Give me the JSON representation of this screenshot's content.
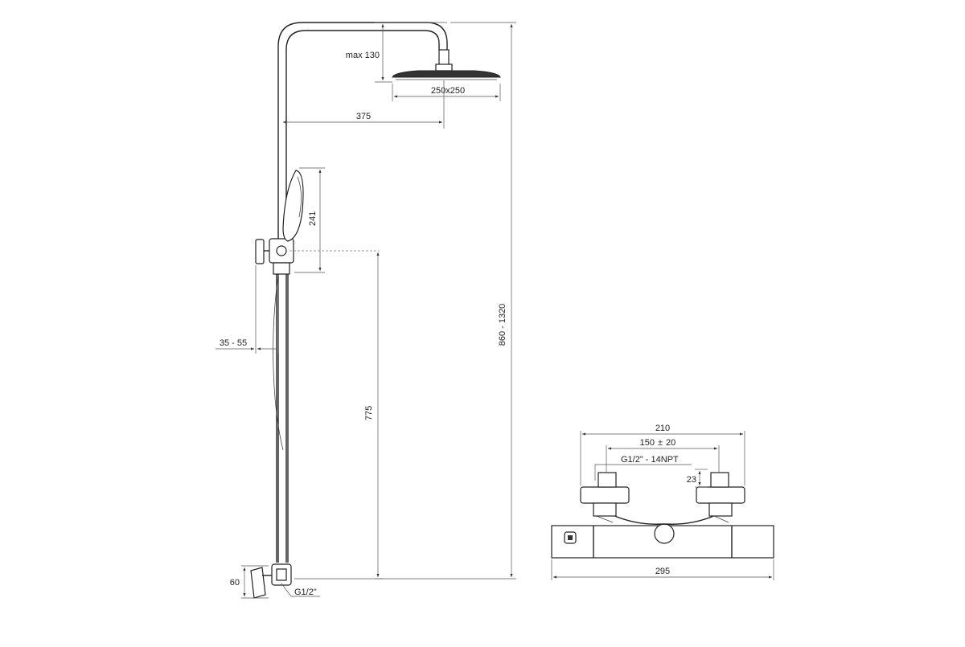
{
  "dimensions": {
    "max_head": "max 130",
    "head_size": "250x250",
    "arm_reach": "375",
    "hand_shower": "241",
    "total_height": "860 - 1320",
    "wall_offset": "35 - 55",
    "mixer_height": "775",
    "bottom_height": "60",
    "inlet_thread": "G1/2\"",
    "mixer_width": "210",
    "inlet_spacing": "150",
    "inlet_tolerance": "20",
    "pm_sign": "±",
    "mixer_thread": "G1/2\" - 14NPT",
    "eccentric": "23",
    "body_width": "295"
  }
}
